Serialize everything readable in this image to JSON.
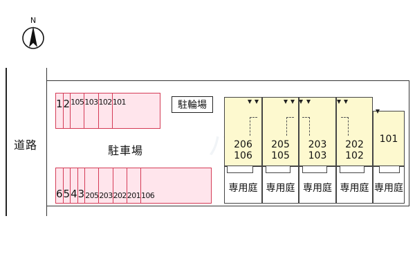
{
  "compass": {
    "north_label": "N"
  },
  "road": {
    "label": "道路"
  },
  "parking": {
    "label": "駐車場",
    "top_row": [
      "1",
      "2",
      "105",
      "103",
      "102",
      "101"
    ],
    "bottom_row": [
      "6",
      "5",
      "4",
      "3",
      "205",
      "203",
      "202",
      "201",
      "106"
    ]
  },
  "bicycle_parking": {
    "label": "駐輪場"
  },
  "building": {
    "units": [
      {
        "upper": "206",
        "lower": "106"
      },
      {
        "upper": "205",
        "lower": "105"
      },
      {
        "upper": "203",
        "lower": "103"
      },
      {
        "upper": "202",
        "lower": "102"
      },
      {
        "upper": "101",
        "lower": ""
      }
    ]
  },
  "gardens": [
    "専用庭",
    "専用庭",
    "専用庭",
    "専用庭",
    "専用庭"
  ],
  "colors": {
    "parking_fill": "#ffe5ec",
    "parking_border": "#d43a55",
    "building_fill": "#fdf9cf"
  }
}
